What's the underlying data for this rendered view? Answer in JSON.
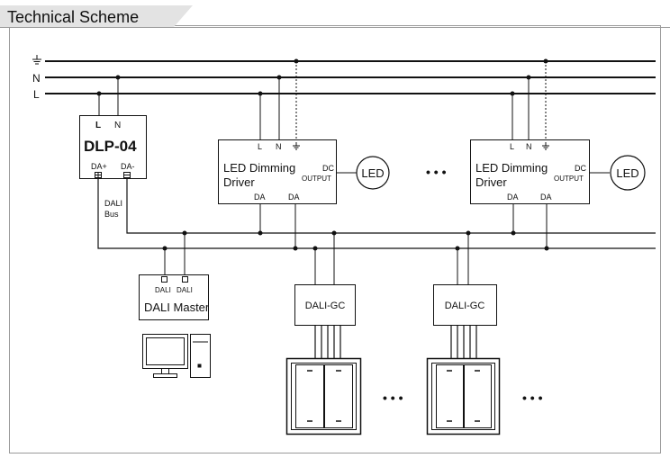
{
  "title": "Technical Scheme",
  "bus": {
    "earth_symbol": "⏚",
    "neutral": "N",
    "live": "L"
  },
  "dlp": {
    "terminal_l": "L",
    "terminal_n": "N",
    "name": "DLP-04",
    "terminal_da_plus": "DA+",
    "terminal_da_minus": "DA-",
    "dali_bus_line1": "DALI",
    "dali_bus_line2": "Bus"
  },
  "driver": {
    "terminal_l": "L",
    "terminal_n": "N",
    "earth": "⏚",
    "name_line1": "LED Dimming",
    "name_line2": "Driver",
    "dc": "DC",
    "output": "OUTPUT",
    "da": "DA"
  },
  "led": "LED",
  "ellipsis": "• • •",
  "dali_master": {
    "label": "DALI Master",
    "port": "DALI"
  },
  "dali_gc": "DALI-GC"
}
